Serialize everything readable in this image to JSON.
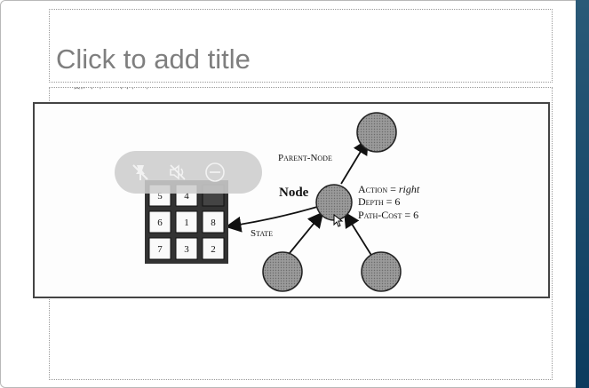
{
  "slide": {
    "title_placeholder": "Click to add title",
    "body_placeholder": "Click to add text"
  },
  "figure": {
    "node_label": "Node",
    "parent_label": "Parent-Node",
    "state_label": "State",
    "action_label": "Action = ",
    "action_value": "right",
    "depth_label": "Depth = 6",
    "path_cost_label": "Path-Cost = 6",
    "puzzle_tiles": [
      "5",
      "4",
      "",
      "6",
      "1",
      "8",
      "7",
      "3",
      "2"
    ]
  },
  "toolbar": {
    "icons": [
      "pin-off-icon",
      "mute-icon",
      "minus-circle-icon"
    ]
  },
  "colors": {
    "node_fill": "#8c8c8c",
    "scroll_strip": "#1d4a6b",
    "toolbar_bg": "#cdcdcd"
  }
}
